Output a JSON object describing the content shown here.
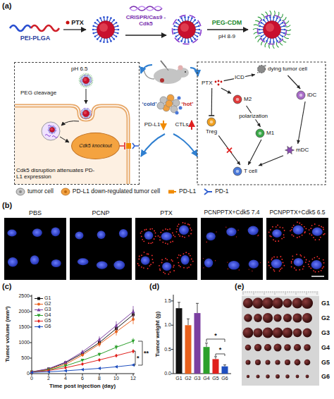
{
  "diagram": {
    "nodes": [
      {
        "text": [
          "pH 6.5",
          "PEG cleavage",
          "Cdk5 disruption attenuates PD-L1 expression"
        ]
      },
      {
        "text": [
          "Cdk5 knockout"
        ],
        "in": 0
      },
      {
        "text": [
          "PTX"
        ]
      },
      {
        "text": [
          "dying tumor cell"
        ]
      },
      {
        "text": [
          "M2"
        ]
      },
      {
        "text": [
          "Treg"
        ]
      },
      {
        "text": [
          "iDC"
        ]
      },
      {
        "text": [
          "M1"
        ]
      },
      {
        "text": [
          "mDC"
        ]
      },
      {
        "text": [
          "T cell"
        ]
      }
    ],
    "edges": [
      {
        "from": 2,
        "to": 3,
        "label": "ICD",
        "arrow": "to"
      },
      {
        "from": 2,
        "to": 4,
        "arrow": "to"
      },
      {
        "from": 2,
        "to": 5,
        "arrow": "to"
      },
      {
        "from": 3,
        "to": 6,
        "arrow": "to"
      },
      {
        "from": 4,
        "to": 7,
        "label": "polarization",
        "arrow": "to"
      },
      {
        "from": 6,
        "to": 8,
        "arrow": "to"
      },
      {
        "from": 8,
        "to": 9,
        "arrow": "to"
      },
      {
        "from": 7,
        "to": 9,
        "arrow": "to"
      },
      {
        "from": 5,
        "to": 9,
        "arrow": "to"
      }
    ],
    "labels": [
      "(a)",
      "PEI-PLGA",
      "PTX",
      "CRISPR/Cas9 -Cdk5",
      "PEG-CDM",
      "pH 8-9",
      "‘cold’",
      "PD-L1",
      "‘hot’",
      "CTLs",
      "(b)",
      "PBS",
      "PCNP",
      "PTX",
      "PCNPPTX+Cdk5 7.4",
      "PCNPPTX+Cdk5 6.5",
      "(c)",
      "2500",
      "2000",
      "1500",
      "1000",
      "500",
      "0",
      "0",
      "2",
      "4",
      "6",
      "8",
      "10",
      "12",
      "Tumor volume (mm³)",
      "Time post injection (day)",
      "*",
      "**",
      "(d)",
      "1.5",
      "1.0",
      "0.5",
      "0.0",
      "G1",
      "G2",
      "G3",
      "G4",
      "G5",
      "G6",
      "Tumor weight (g)",
      "*",
      "*",
      "(e)",
      "G1",
      "G2",
      "G3",
      "G4",
      "G5",
      "G6"
    ],
    "legend": [
      {
        "text": "tumor cell"
      },
      {
        "text": "PD-L1 down-regulated tumor cell"
      },
      {
        "text": "PD-L1"
      },
      {
        "text": "PD-1"
      },
      {
        "text": "G1"
      },
      {
        "text": "G2"
      },
      {
        "text": "G3"
      },
      {
        "text": "G4"
      },
      {
        "text": "G5"
      },
      {
        "text": "G6"
      }
    ]
  }
}
